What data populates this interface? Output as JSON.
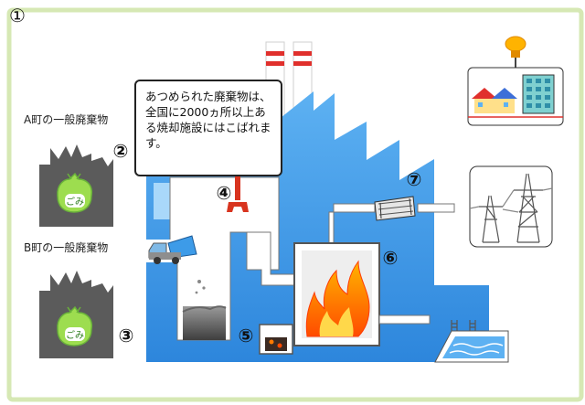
{
  "step_marker": "①",
  "labels": {
    "town_a": "A町の一般廃棄物",
    "town_b": "B町の一般廃棄物",
    "bag_text": "ごみ"
  },
  "callout": {
    "text": "あつめられた廃棄物は、全国に2000ヵ所以上ある焼却施設にはこばれます。"
  },
  "numbers": {
    "n2": "②",
    "n3": "③",
    "n4": "④",
    "n5": "⑤",
    "n6": "⑥",
    "n7": "⑦"
  },
  "icons": {
    "lamp": "light-bulb-icon",
    "houses": "houses-icon",
    "building": "building-icon",
    "power": "power-tower-icon",
    "pool": "pool-icon",
    "truck": "garbage-truck-icon",
    "fire": "fire-icon",
    "crane": "crane-claw-icon",
    "turbine": "turbine-icon"
  },
  "colors": {
    "border": "#d6e8b4",
    "plant_blue": "#3d9be8",
    "factory_gray": "#5b5b5b",
    "bag_green": "#9ddd4f",
    "fire_orange": "#ff8a00",
    "chimney_red": "#e0302c"
  }
}
